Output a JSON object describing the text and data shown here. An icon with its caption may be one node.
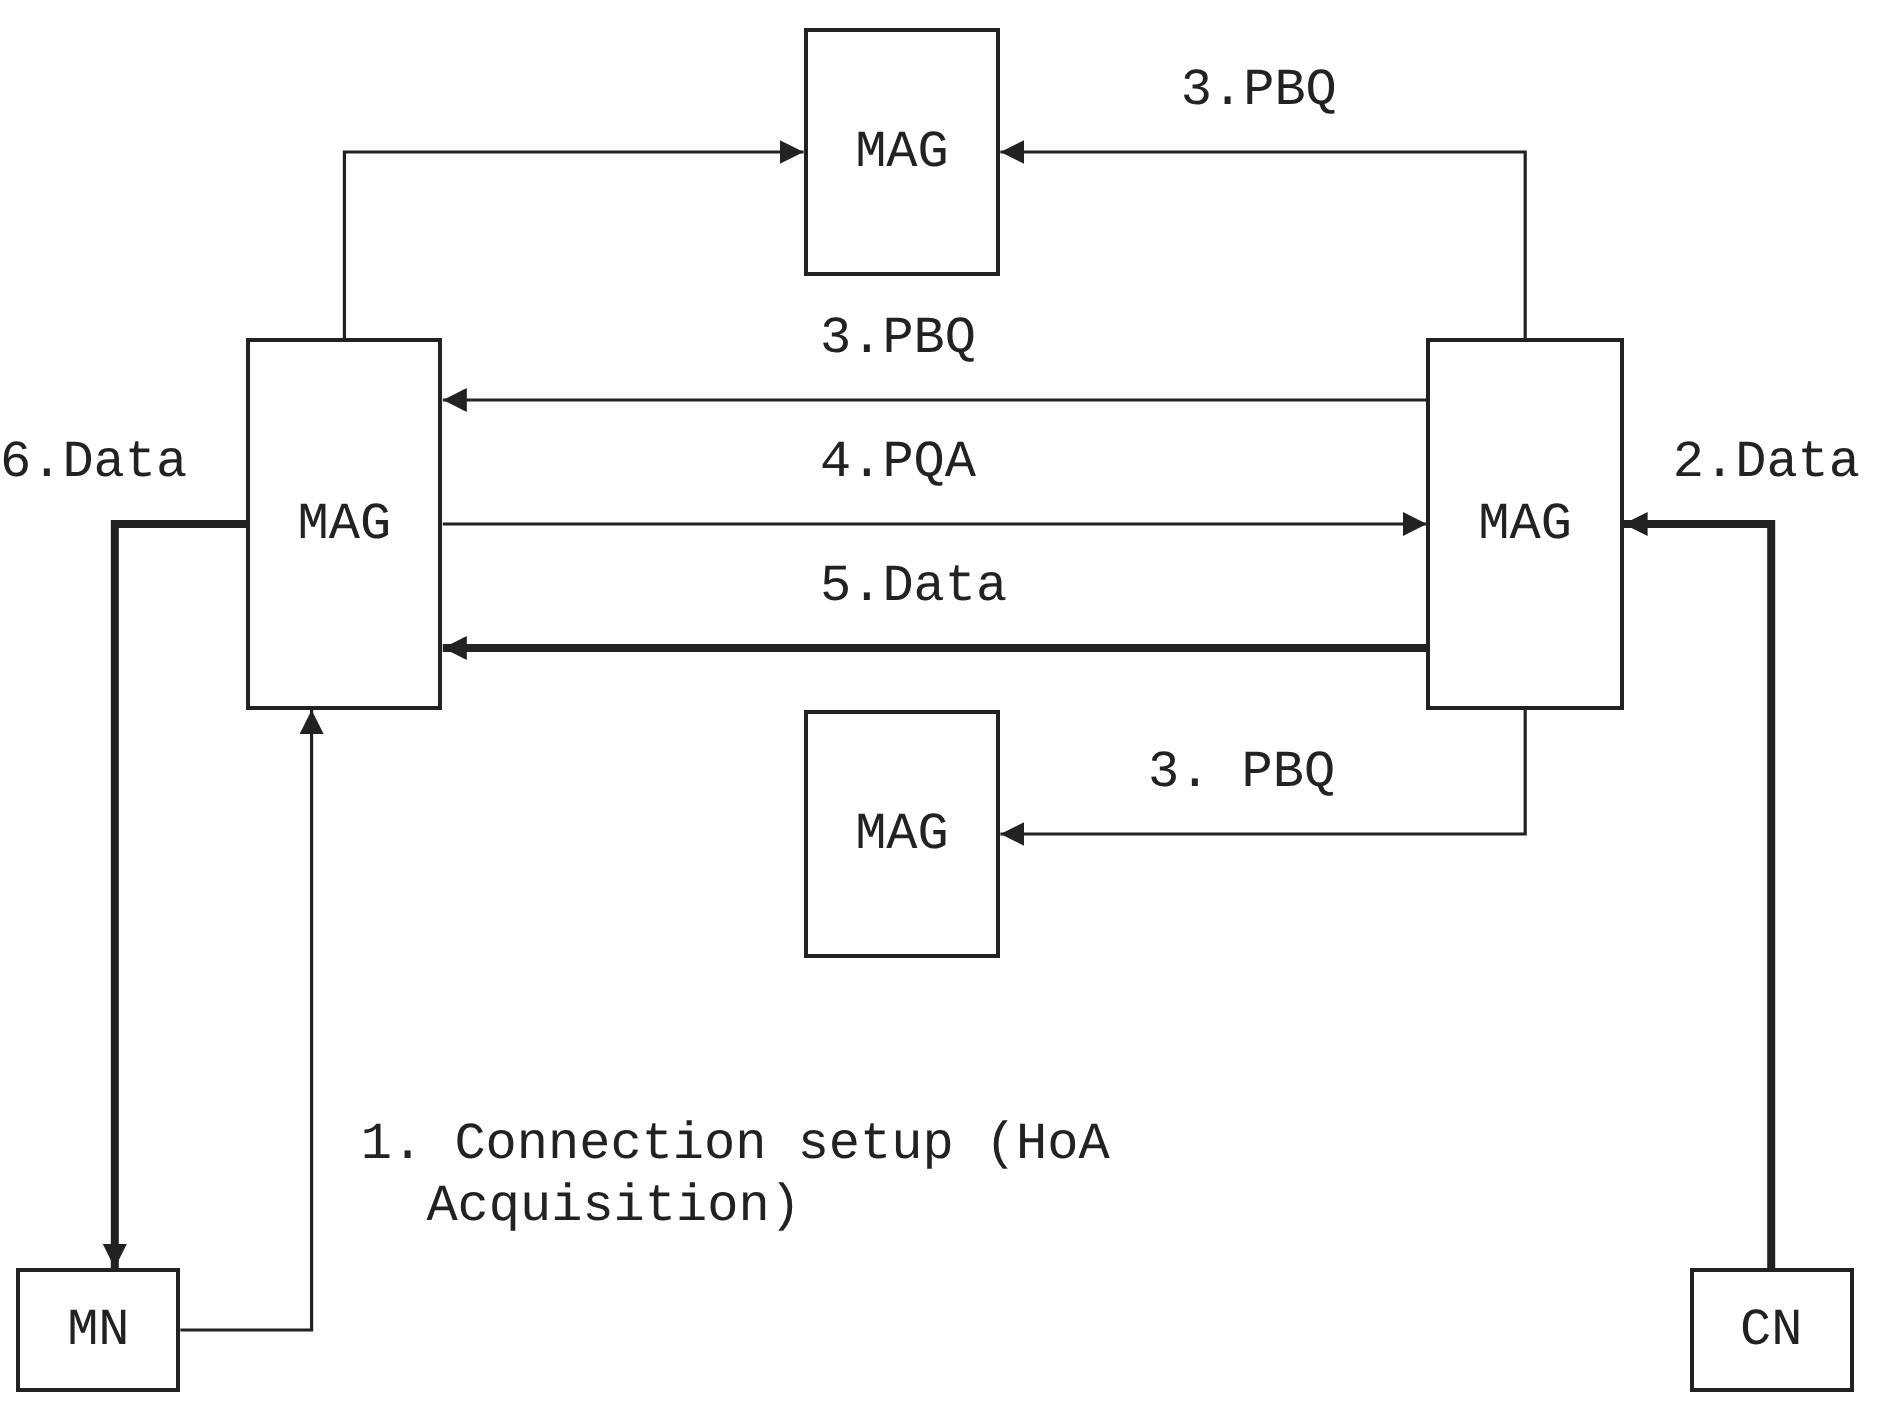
{
  "diagram": {
    "nodes": [
      {
        "text": [
          "MAG"
        ]
      },
      {
        "text": [
          "MAG"
        ]
      },
      {
        "text": [
          "MAG"
        ]
      },
      {
        "text": [
          "MAG"
        ]
      },
      {
        "text": [
          "MN"
        ]
      },
      {
        "text": [
          "CN"
        ]
      }
    ],
    "edges": [
      {
        "from": 1,
        "to": 0,
        "arrow": "to"
      },
      {
        "from": 2,
        "to": 0,
        "arrow": "to",
        "label": "3.PBQ"
      },
      {
        "from": 2,
        "to": 1,
        "arrow": "to",
        "label": "3.PBQ"
      },
      {
        "from": 1,
        "to": 2,
        "arrow": "to",
        "label": "4.PQA"
      },
      {
        "from": 2,
        "to": 1,
        "arrow": "to",
        "label": "5.Data",
        "style": "thick"
      },
      {
        "from": 2,
        "to": 3,
        "arrow": "to",
        "label": "3. PBQ"
      },
      {
        "from": 1,
        "to": 4,
        "arrow": "to",
        "label": "6.Data",
        "style": "thick"
      },
      {
        "from": 5,
        "to": 2,
        "arrow": "to",
        "label": "2.Data",
        "style": "thick"
      },
      {
        "from": 4,
        "to": 1,
        "arrow": "to",
        "label": "1. Connection setup (HoA Acquisition)"
      }
    ]
  }
}
